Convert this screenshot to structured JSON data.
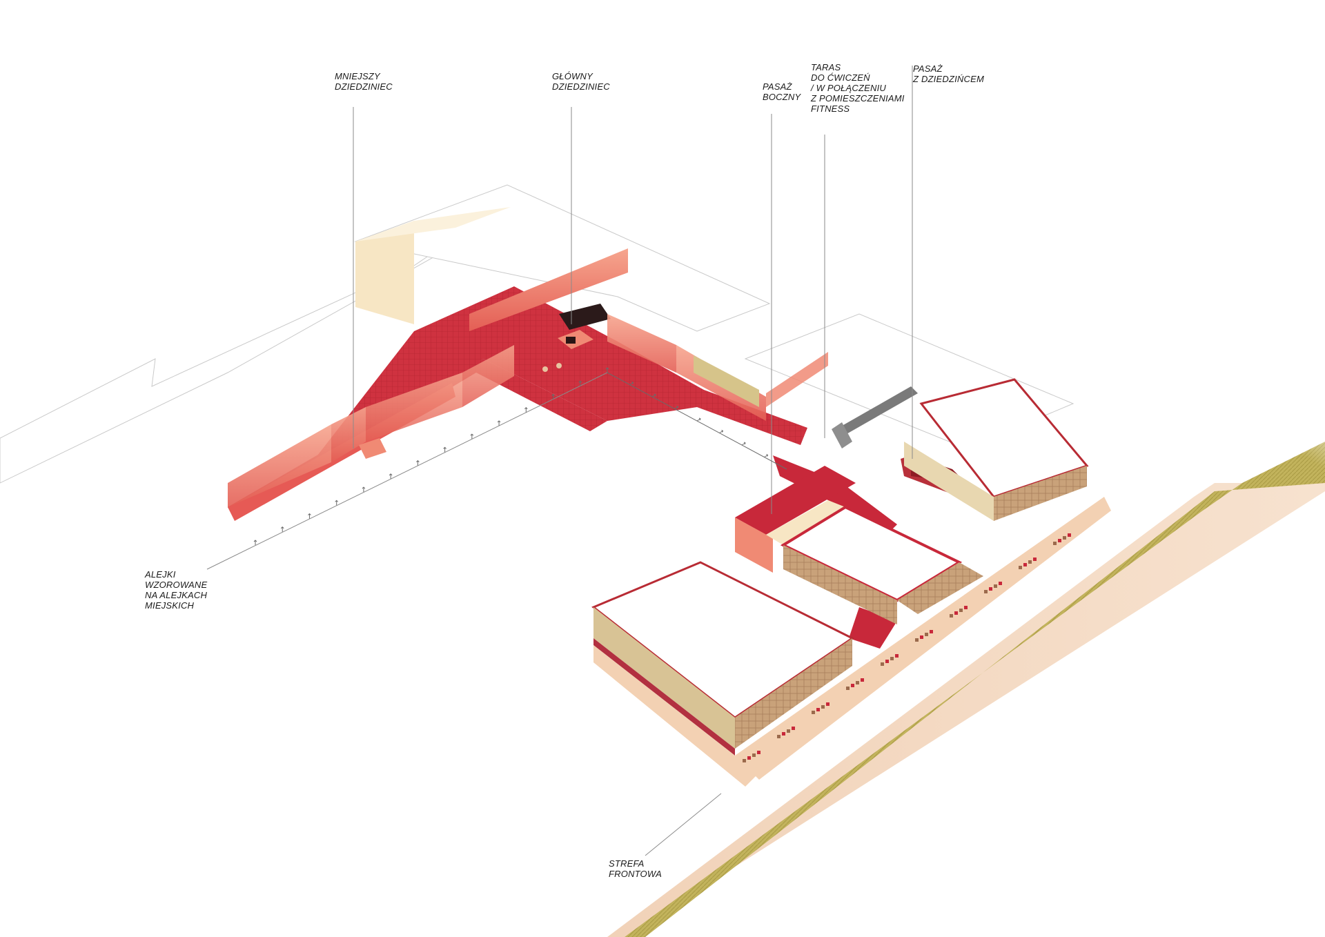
{
  "labels": {
    "smaller_courtyard": [
      "MNIEJSZY",
      "DZIEDZINIEC"
    ],
    "main_courtyard": [
      "GŁÓWNY",
      "DZIEDZINIEC"
    ],
    "side_passage": [
      "PASAŻ",
      "BOCZNY"
    ],
    "exercise_terrace": [
      "TARAS",
      "DO ĆWICZEŃ",
      "/ W POŁĄCZENIU",
      "Z POMIESZCZENIAMI",
      "FITNESS"
    ],
    "courtyard_passage": [
      "PASAŻ",
      "Z DZIEDZIŃCEM"
    ],
    "city_alleys": [
      "ALEJKI",
      "WZOROWANE",
      "NA ALEJKACH",
      "MIEJSKICH"
    ],
    "front_zone": [
      "STREFA",
      "FRONTOWA"
    ]
  },
  "colors": {
    "red": "#c8283a",
    "red_dark": "#8e1b24",
    "salmon": "#f08a74",
    "salmon_light": "#f9c2b0",
    "cream": "#f7e6c4",
    "sand": "#f3d1b3",
    "olive": "#b8a852",
    "brown": "#9b6a4c",
    "line": "#8a8a8a"
  }
}
